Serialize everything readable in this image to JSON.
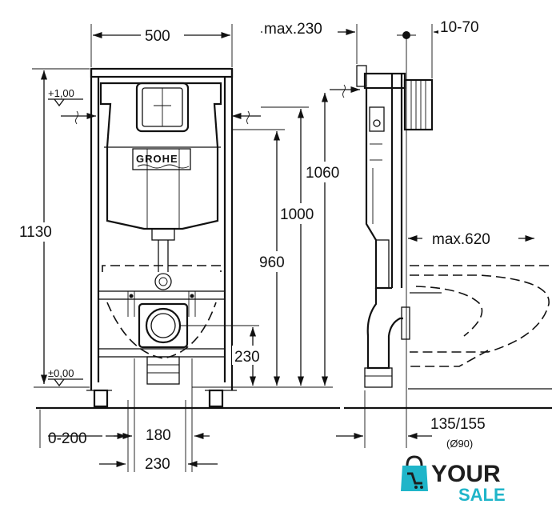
{
  "dimensions": {
    "frame_width": "500",
    "max_depth": "max.230",
    "wall_offset": "10-70",
    "height_frame": "1130",
    "height_1060": "1060",
    "height_1000": "1000",
    "height_960": "960",
    "drain_height": "230",
    "bowl_reach": "max.620",
    "feet_adjust": "0-200",
    "drain_spacing": "180",
    "fix_spacing": "230",
    "pipe_offset": "135/155",
    "pipe_diameter": "(Ø90)",
    "level_top": "+1,00",
    "level_zero": "±0,00"
  },
  "brand_plate": "GROHE",
  "logo": {
    "word1": "YOUR",
    "word2": "SALE"
  },
  "colors": {
    "line": "#111111",
    "logo_accent": "#1fb5c9",
    "logo_dark": "#1e1e1e"
  }
}
